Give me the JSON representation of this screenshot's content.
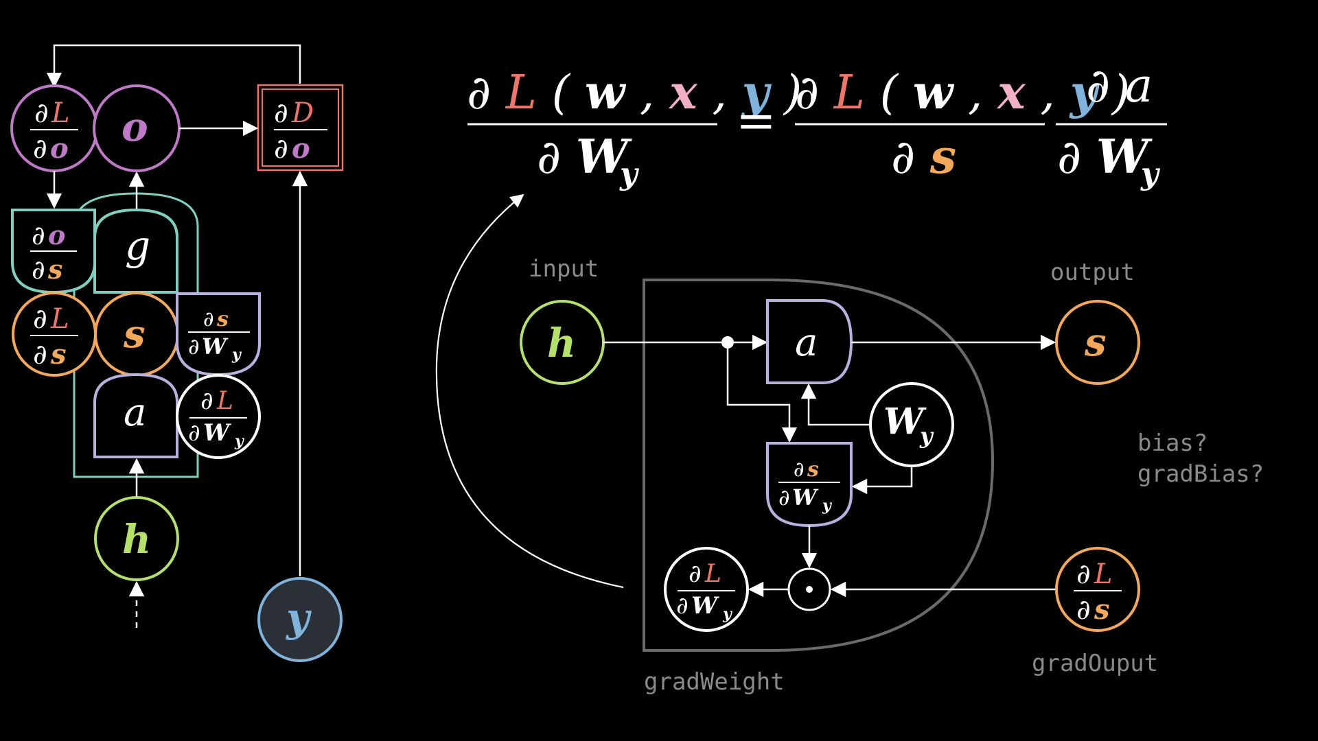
{
  "colors": {
    "bg": "#000000",
    "white": "#ffffff",
    "purple": "#c078c8",
    "teal": "#7fd0c0",
    "orange": "#f5a85a",
    "green": "#b5e06a",
    "blue": "#7fb3dc",
    "lavender": "#b8b0de",
    "red": "#f07468",
    "pink": "#f2b0c8",
    "gray": "#8a8a8a"
  },
  "symbols": {
    "partial": "∂",
    "L": "L",
    "D": "D",
    "o": "o",
    "s": "s",
    "g": "g",
    "a": "a",
    "h": "h",
    "y": "y",
    "W": "W",
    "w": "w",
    "x": "x",
    "open_paren": "(",
    "close_paren": ")",
    "comma": ",",
    "equals": "=",
    "odot": "⊙"
  },
  "labels": {
    "input": "input",
    "output": "output",
    "gradWeight": "gradWeight",
    "gradOutput": "gradOuput",
    "bias": "bias?",
    "gradBias": "gradBias?"
  }
}
